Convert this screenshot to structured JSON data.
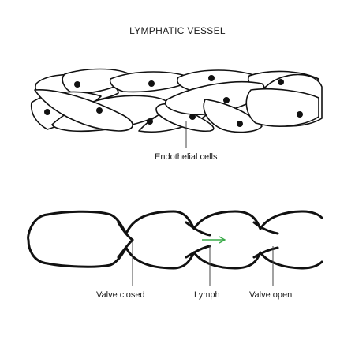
{
  "title": "LYMPHATIC VESSEL",
  "labels": {
    "endothelial": "Endothelial cells",
    "valve_closed": "Valve closed",
    "lymph": "Lymph",
    "valve_open": "Valve open"
  },
  "colors": {
    "stroke": "#111111",
    "nucleus": "#111111",
    "arrow": "#3aaa49",
    "background": "#ffffff"
  }
}
